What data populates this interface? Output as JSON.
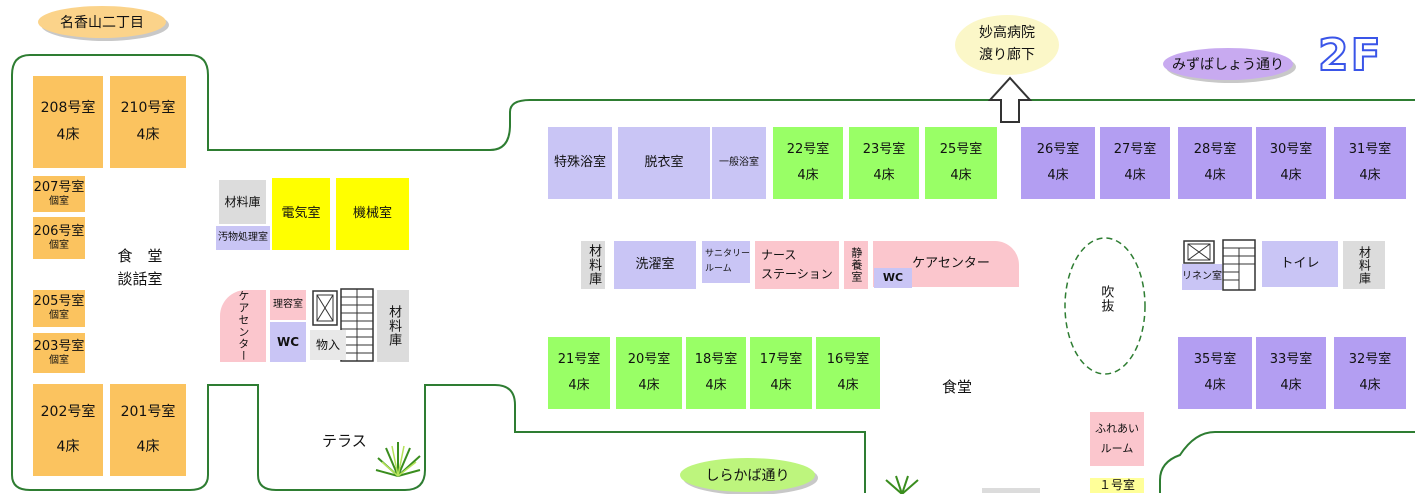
{
  "floor_label": "2F",
  "pills": {
    "meikoyama": "名香山二丁目",
    "mizubasho": "みずばしょう通り",
    "shirakaba": "しらかば通り",
    "myoko_line1": "妙高病院",
    "myoko_line2": "渡り廊下"
  },
  "left_wing": {
    "r208": {
      "name": "208号室",
      "beds": "4床"
    },
    "r210": {
      "name": "210号室",
      "beds": "4床"
    },
    "r207": {
      "name": "207号室",
      "type": "個室"
    },
    "r206": {
      "name": "206号室",
      "type": "個室"
    },
    "r205": {
      "name": "205号室",
      "type": "個室"
    },
    "r203": {
      "name": "203号室",
      "type": "個室"
    },
    "r202": {
      "name": "202号室",
      "beds": "4床"
    },
    "r201": {
      "name": "201号室",
      "beds": "4床"
    },
    "dining_line1": "食　堂",
    "dining_line2": "談話室"
  },
  "middle": {
    "zairyoko": "材料庫",
    "obutsu": "汚物処理室",
    "denki": "電気室",
    "kikai": "機械室",
    "care_center": "ケアセンター",
    "riyoshitsu": "理容室",
    "wc": "WC",
    "monoire": "物入",
    "zairyoko2": "材料庫",
    "terrace": "テラス"
  },
  "top_row": {
    "tokushu": "特殊浴室",
    "datsui": "脱衣室",
    "ippan": "一般浴室",
    "r22": {
      "name": "22号室",
      "beds": "4床"
    },
    "r23": {
      "name": "23号室",
      "beds": "4床"
    },
    "r25": {
      "name": "25号室",
      "beds": "4床"
    },
    "r26": {
      "name": "26号室",
      "beds": "4床"
    },
    "r27": {
      "name": "27号室",
      "beds": "4床"
    },
    "r28": {
      "name": "28号室",
      "beds": "4床"
    },
    "r30": {
      "name": "30号室",
      "beds": "4床"
    },
    "r31": {
      "name": "31号室",
      "beds": "4床"
    }
  },
  "mid_row": {
    "zairyoko": "材料庫",
    "sentaku": "洗濯室",
    "sanitary_line1": "サニタリー",
    "sanitary_line2": "ルーム",
    "nurse_line1": "ナース",
    "nurse_line2": "ステーション",
    "seiyo": "静養室",
    "care_center": "ケアセンター",
    "wc": "WC",
    "fukinuke": "吹抜",
    "linen": "リネン室",
    "toilet": "トイレ",
    "zairyoko2": "材料庫"
  },
  "bottom_row": {
    "r21": {
      "name": "21号室",
      "beds": "4床"
    },
    "r20": {
      "name": "20号室",
      "beds": "4床"
    },
    "r18": {
      "name": "18号室",
      "beds": "4床"
    },
    "r17": {
      "name": "17号室",
      "beds": "4床"
    },
    "r16": {
      "name": "16号室",
      "beds": "4床"
    },
    "dining": "食堂",
    "r35": {
      "name": "35号室",
      "beds": "4床"
    },
    "r33": {
      "name": "33号室",
      "beds": "4床"
    },
    "r32": {
      "name": "32号室",
      "beds": "4床"
    },
    "fureai_line1": "ふれあい",
    "fureai_line2": "ルーム",
    "r1": "１号室"
  },
  "colors": {
    "room_4bed_left": "#fbc35f",
    "room_green": "#99ff66",
    "room_purple": "#b39ef2",
    "service_lavender": "#c9c5f5",
    "pink": "#fbc6cd",
    "yellow": "#ffff00",
    "outline": "#2e7d32"
  }
}
